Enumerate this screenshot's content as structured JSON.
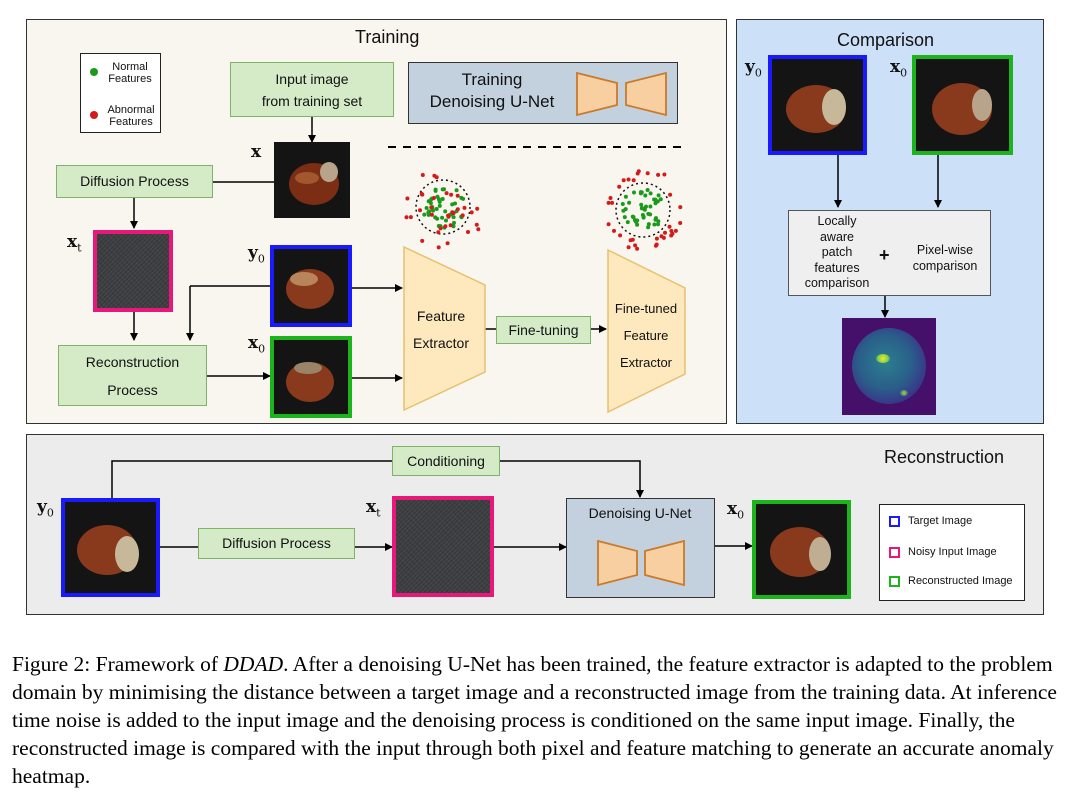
{
  "training": {
    "title": "Training",
    "input_box": [
      "Input image",
      "from training set"
    ],
    "unet_box": [
      "Training",
      "Denoising U-Net"
    ],
    "diffusion": "Diffusion Process",
    "reconstruction": [
      "Reconstruction",
      "Process"
    ],
    "feature_extractor": [
      "Feature",
      "Extractor"
    ],
    "fine_tuning": "Fine-tuning",
    "fine_tuned": [
      "Fine-tuned",
      "Feature",
      "Extractor"
    ],
    "legend": {
      "normal": [
        "Normal",
        "Features"
      ],
      "abnormal": [
        "Abnormal",
        "Features"
      ]
    },
    "labels": {
      "x": "x",
      "xt": "x",
      "xt_sub": "t",
      "y0": "y",
      "y0_sub": "0",
      "x0": "x",
      "x0_sub": "0"
    }
  },
  "comparison": {
    "title": "Comparison",
    "labels": {
      "y0": "y",
      "y0_sub": "0",
      "x0": "x",
      "x0_sub": "0"
    },
    "locally": [
      "Locally",
      "aware",
      "patch",
      "features",
      "comparison"
    ],
    "plus": "+",
    "pixel": [
      "Pixel-wise",
      "comparison"
    ]
  },
  "reconstruction": {
    "title": "Reconstruction",
    "conditioning": "Conditioning",
    "diffusion": "Diffusion Process",
    "unet": "Denoising U-Net",
    "labels": {
      "y0": "y",
      "y0_sub": "0",
      "xt": "x",
      "xt_sub": "t",
      "x0": "x",
      "x0_sub": "0"
    },
    "legend": [
      "Target Image",
      "Noisy Input Image",
      "Reconstructed Image"
    ]
  },
  "colors": {
    "target": "#1a1aff",
    "noisy": "#e8177a",
    "reconstructed": "#1db31d",
    "normal": "#1a9a1a",
    "abnormal": "#d41a1a"
  },
  "caption": {
    "prefix": "Figure 2: Framework of ",
    "name": "DDAD",
    "text": ". After a denoising U-Net has been trained, the feature extractor is adapted to the problem domain by minimising the distance between a target image and a reconstructed image from the training data. At inference time noise is added to the input image and the denoising process is conditioned on the same input image. Finally, the reconstructed image is compared with the input through both pixel and feature matching to generate an accurate anomaly heatmap."
  }
}
